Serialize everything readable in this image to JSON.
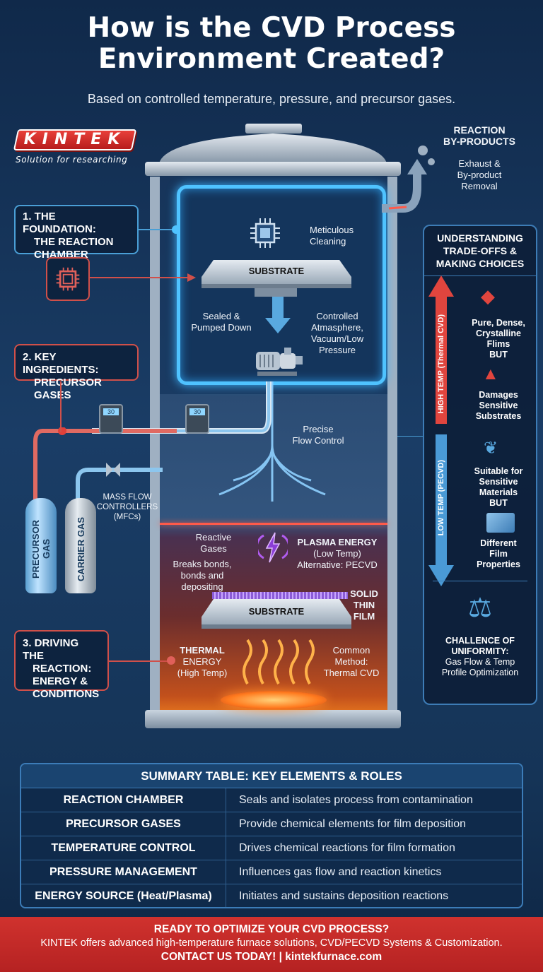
{
  "header": {
    "title_line1": "How is the CVD Process",
    "title_line2": "Environment Created?",
    "subtitle": "Based on controlled temperature, pressure, and precursor gases."
  },
  "logo": {
    "brand": "KINTEK",
    "tagline": "Solution for researching"
  },
  "byproducts": {
    "title_line1": "REACTION",
    "title_line2": "BY-PRODUCTS",
    "text_line1": "Exhaust &",
    "text_line2": "By-product",
    "text_line3": "Removal"
  },
  "section1": {
    "line1": "1.  THE FOUNDATION:",
    "line2": "THE REACTION",
    "line3": "CHAMBER"
  },
  "section2": {
    "line1": "2. KEY INGREDIENTS:",
    "line2": "PRECURSOR GASES"
  },
  "section3": {
    "line1": "3. DRIVING THE",
    "line2": "REACTION:",
    "line3": "ENERGY &",
    "line4": "CONDITIONS"
  },
  "chamber": {
    "cleaning_line1": "Meticulous",
    "cleaning_line2": "Cleaning",
    "substrate_top": "SUBSTRATE",
    "sealed_line1": "Sealed &",
    "sealed_line2": "Pumped Down",
    "atmos_line1": "Controlled",
    "atmos_line2": "Atmasphere,",
    "atmos_line3": "Vacuum/Low",
    "atmos_line4": "Pressure",
    "flow_line1": "Precise",
    "flow_line2": "Flow Control",
    "mfc_line1": "MASS FLOW",
    "mfc_line2": "CONTROLLERS",
    "mfc_line3": "(MFCs)",
    "meter1": "30",
    "meter2": "30",
    "precursor_gas": "PRECURSOR GAS",
    "carrier_gas": "CARRIER GAS",
    "reactive_line1": "Reactive",
    "reactive_line2": "Gases",
    "breaks_line1": "Breaks bonds,",
    "breaks_line2": "bonds and",
    "breaks_line3": "depositing",
    "plasma_line1": "PLASMA ENERGY",
    "plasma_line2": "(Low Temp)",
    "plasma_line3": "Alternative: PECVD",
    "film_line1": "SOLID",
    "film_line2": "THIN",
    "film_line3": "FILM",
    "substrate_bottom": "SUBSTRATE",
    "thermal_line1": "THERMAL",
    "thermal_line2": "ENERGY",
    "thermal_line3": "(High Temp)",
    "common_line1": "Common",
    "common_line2": "Method:",
    "common_line3": "Thermal CVD"
  },
  "tradeoffs": {
    "title_line1": "UNDERSTANDING",
    "title_line2": "TRADE-OFFS &",
    "title_line3": "MAKING CHOICES",
    "high_temp": "HIGH TEMP (Thermal CVD)",
    "low_temp": "LOW TEMP (PECVD)",
    "pure_line1": "Pure, Dense,",
    "pure_line2": "Crystalline",
    "pure_line3": "Flims",
    "but1": "BUT",
    "damage_line1": "Damages",
    "damage_line2": "Sensitive",
    "damage_line3": "Substrates",
    "suit_line1": "Suitable for",
    "suit_line2": "Sensitive",
    "suit_line3": "Materials",
    "but2": "BUT",
    "diff_line1": "Different",
    "diff_line2": "Film",
    "diff_line3": "Properties",
    "uni_line1": "CHALLENCE OF",
    "uni_line2": "UNIFORMITY:",
    "uni_line3": "Gas Flow & Temp",
    "uni_line4": "Profile Optimization"
  },
  "table": {
    "title": "SUMMARY TABLE: KEY ELEMENTS & ROLES",
    "rows": [
      {
        "element": "REACTION CHAMBER",
        "role": "Seals and isolates process from contamination"
      },
      {
        "element": "PRECURSOR GASES",
        "role": "Provide chemical elements for film deposition"
      },
      {
        "element": "TEMPERATURE CONTROL",
        "role": "Drives chemical reactions for film formation"
      },
      {
        "element": "PRESSURE MANAGEMENT",
        "role": "Influences gas flow and reaction kinetics"
      },
      {
        "element": "ENERGY SOURCE (Heat/Plasma)",
        "role": "Initiates and sustains deposition reactions"
      }
    ]
  },
  "footer": {
    "line1": "READY TO OPTIMIZE YOUR CVD PROCESS?",
    "line2": "KINTEK offers advanced high-temperature furnace solutions, CVD/PECVD Systems & Customization.",
    "line3": "CONTACT US TODAY! | kintekfurnace.com"
  },
  "colors": {
    "accent_blue": "#4fc3ff",
    "accent_red": "#d0322e",
    "navy": "#10294a"
  }
}
